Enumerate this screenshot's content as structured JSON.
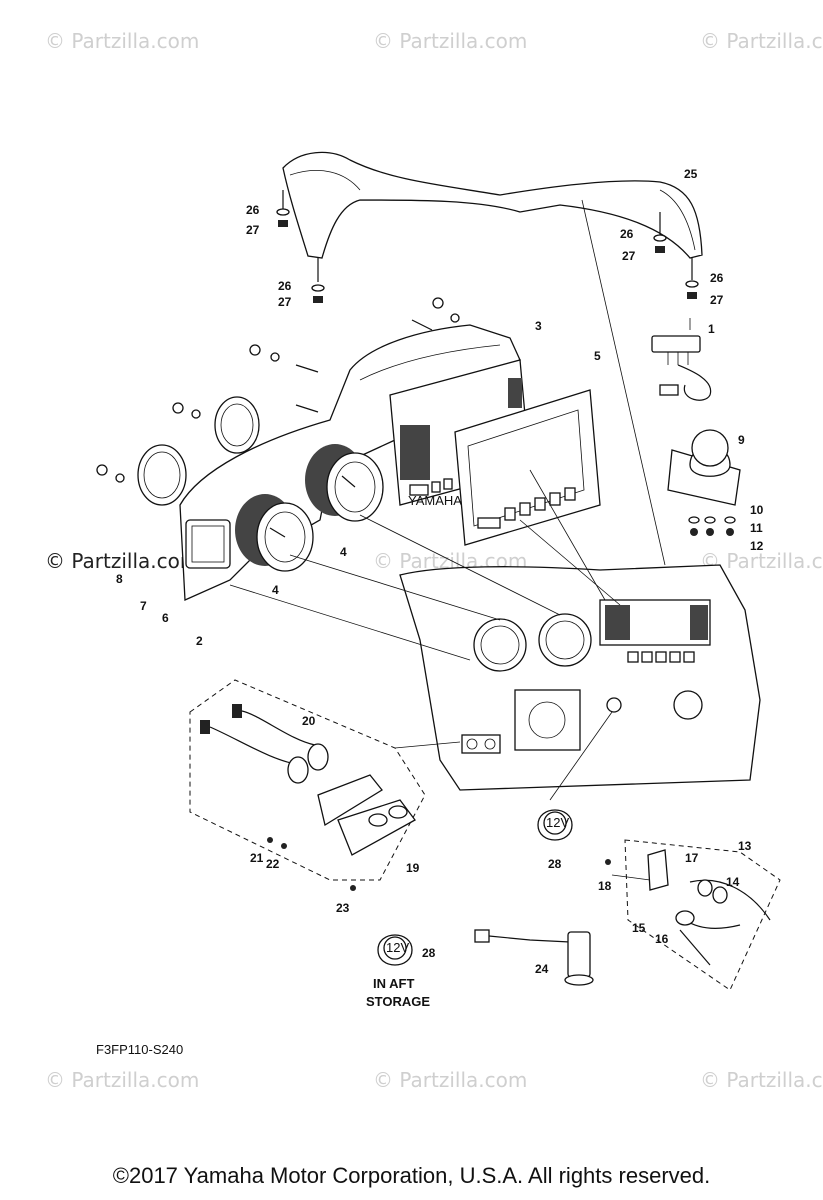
{
  "watermark": "© Partzilla.com",
  "diagram_code": "F3FP110-S240",
  "copyright": "©2017  Yamaha Motor Corporation, U.S.A. All rights reserved.",
  "storage_note": {
    "line1": "IN AFT",
    "line2": "STORAGE"
  },
  "socket_label": "12V",
  "brand_label": "YAMAHA",
  "callouts": [
    "1",
    "2",
    "3",
    "4",
    "4",
    "5",
    "6",
    "7",
    "8",
    "9",
    "10",
    "11",
    "12",
    "13",
    "14",
    "15",
    "16",
    "17",
    "18",
    "19",
    "20",
    "21",
    "22",
    "23",
    "24",
    "25",
    "26",
    "27",
    "26",
    "27",
    "26",
    "27",
    "26",
    "27",
    "28",
    "28"
  ]
}
